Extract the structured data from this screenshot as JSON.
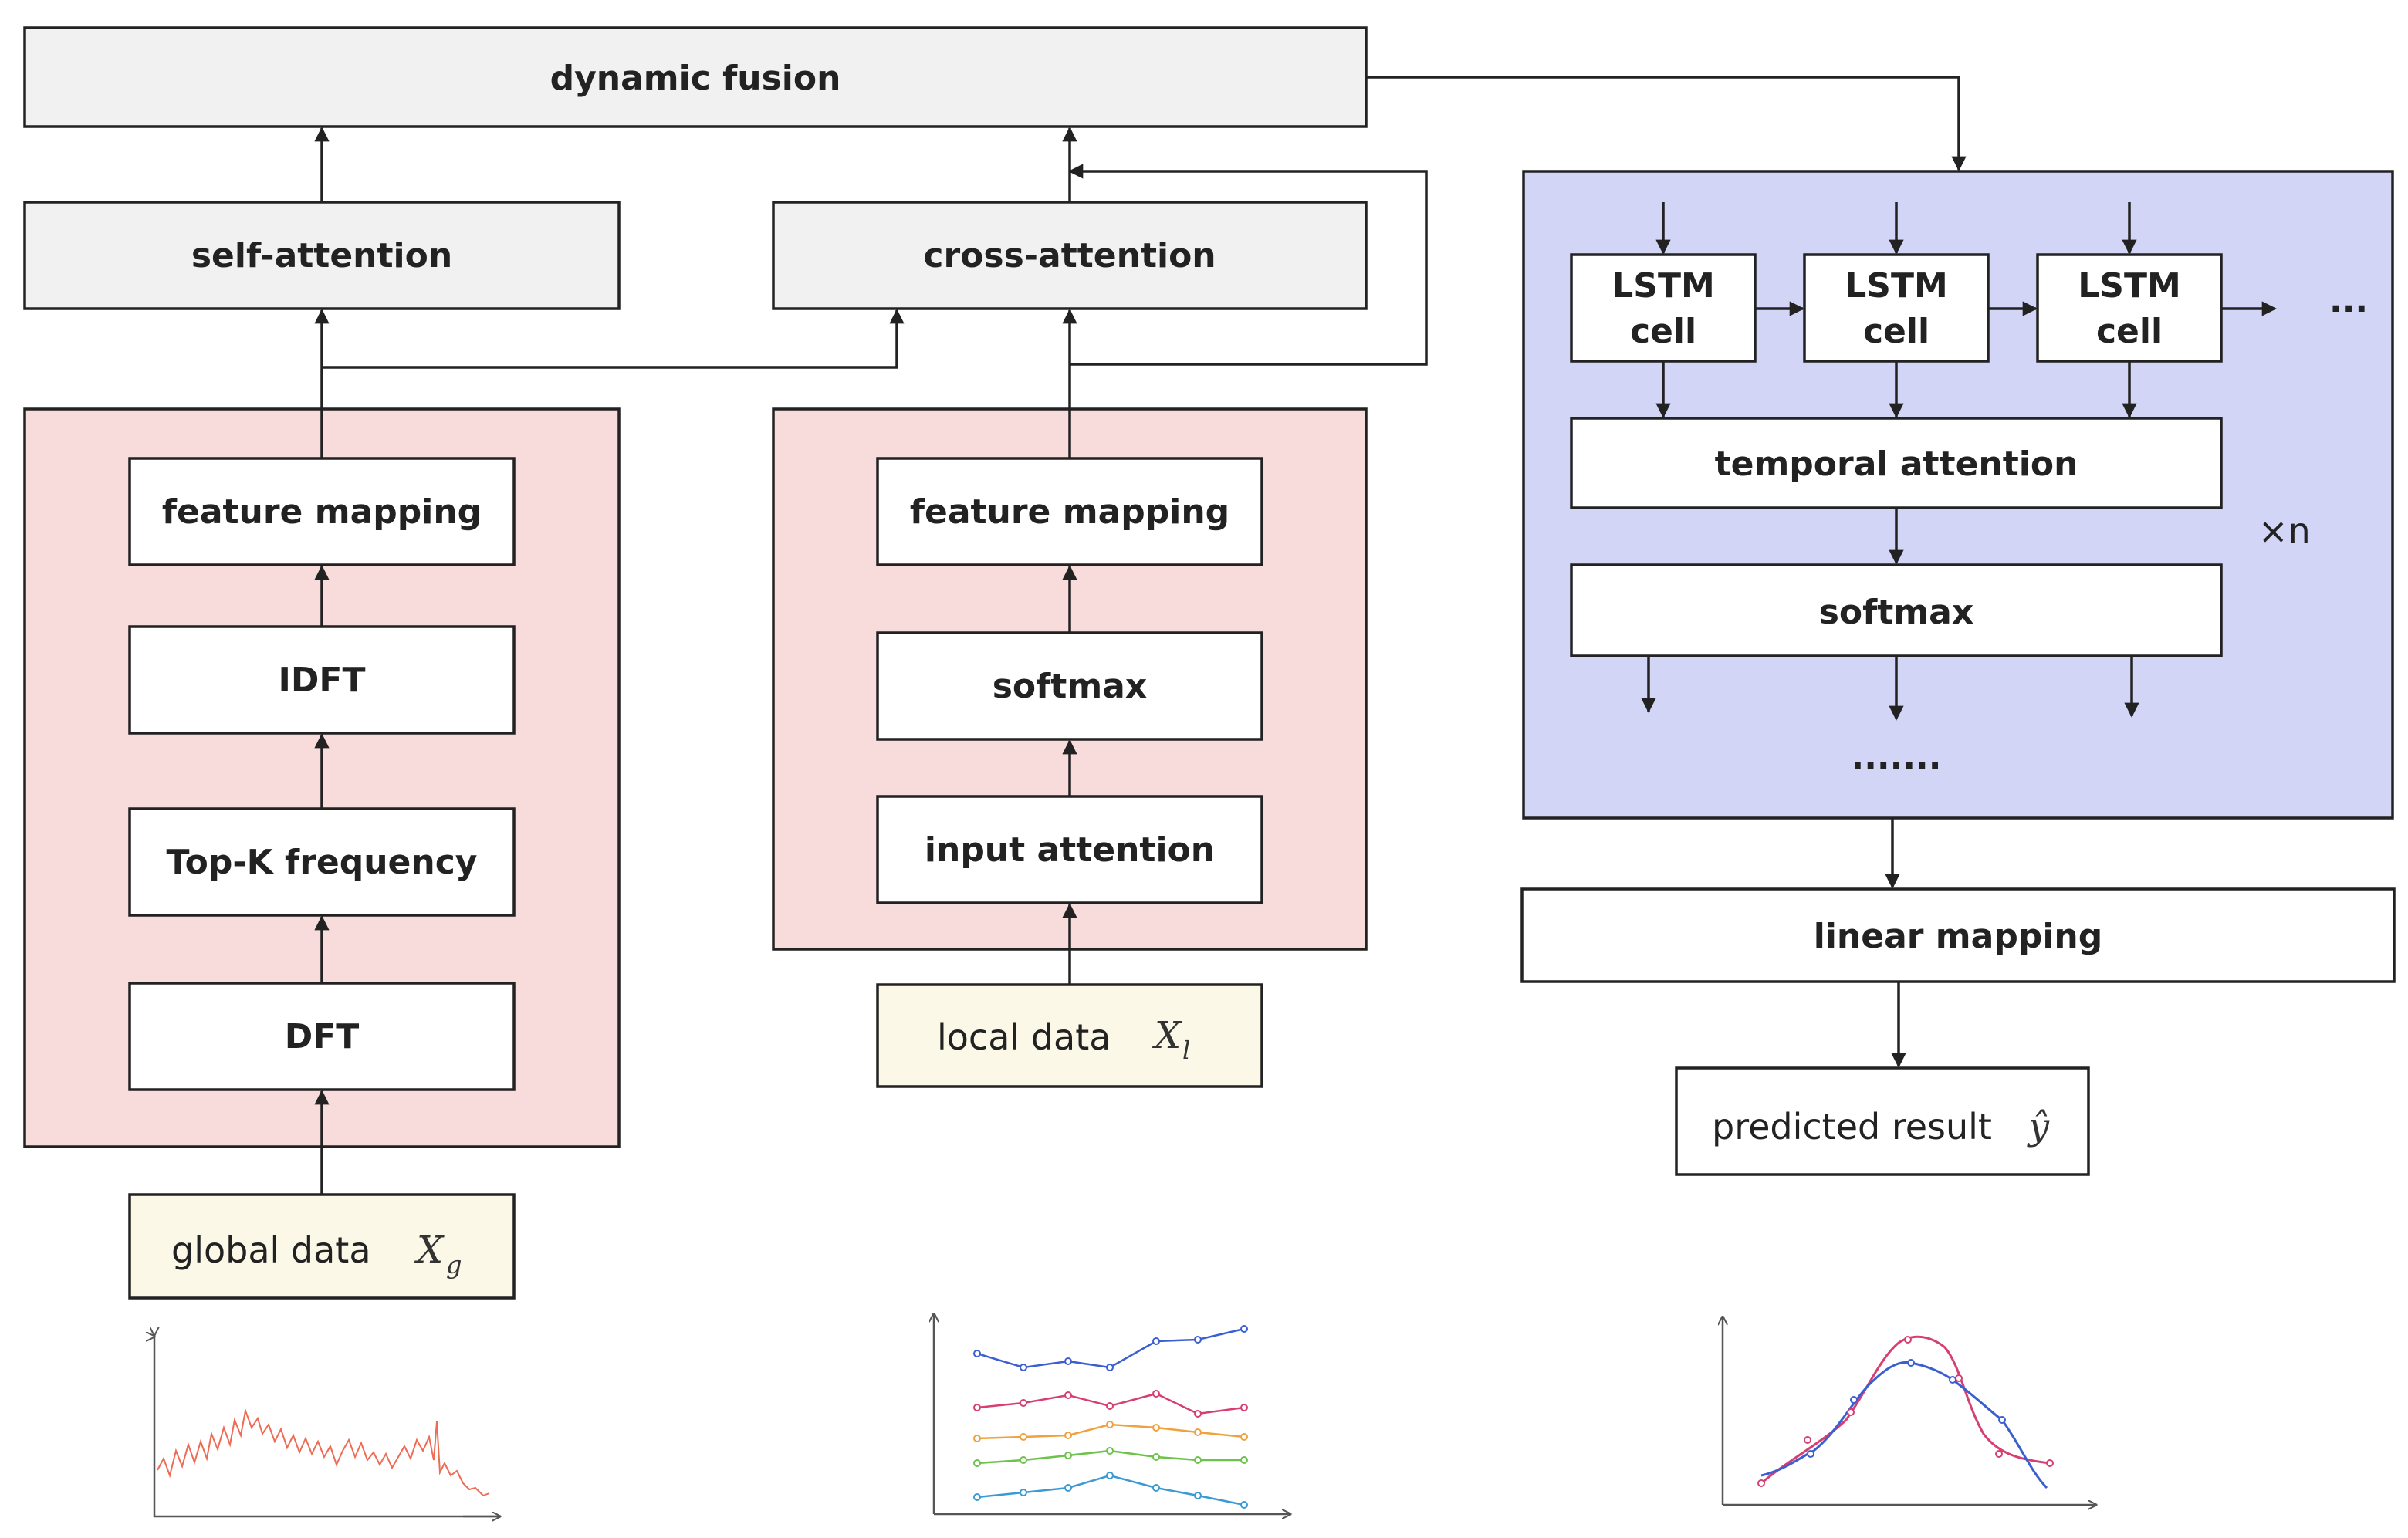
{
  "top": {
    "dynamic_fusion": "dynamic fusion"
  },
  "attention": {
    "self": "self-attention",
    "cross": "cross-attention"
  },
  "global_branch": {
    "feature_mapping": "feature mapping",
    "idft": "IDFT",
    "topk": "Top-K frequency",
    "dft": "DFT",
    "input_label": "global  data",
    "input_symbol": "X",
    "input_sub": "g"
  },
  "local_branch": {
    "feature_mapping": "feature mapping",
    "softmax": "softmax",
    "input_attention": "input attention",
    "input_label": "local  data",
    "input_symbol": "X",
    "input_sub": "l"
  },
  "lstm_block": {
    "cell_line1": "LSTM",
    "cell_line2": "cell",
    "continuation": "...",
    "temporal_attention": "temporal attention",
    "softmax": "softmax",
    "dots": ".......",
    "repeat": "×n"
  },
  "output": {
    "linear_mapping": "linear mapping",
    "predicted_label": "predicted  result",
    "predicted_symbol": "ŷ"
  },
  "colors": {
    "pink_panel": "#f8dcdc",
    "blue_panel": "#d3d5f7",
    "gray_box": "#f1f1f1",
    "input_box": "#fbf8e7",
    "global_series": "#ee6b55",
    "local_series": [
      "#3b5fd1",
      "#d63f72",
      "#efa23c",
      "#6cc24a",
      "#3a9ad6"
    ],
    "result_series": [
      "#d63f72",
      "#3b5fd1"
    ]
  }
}
